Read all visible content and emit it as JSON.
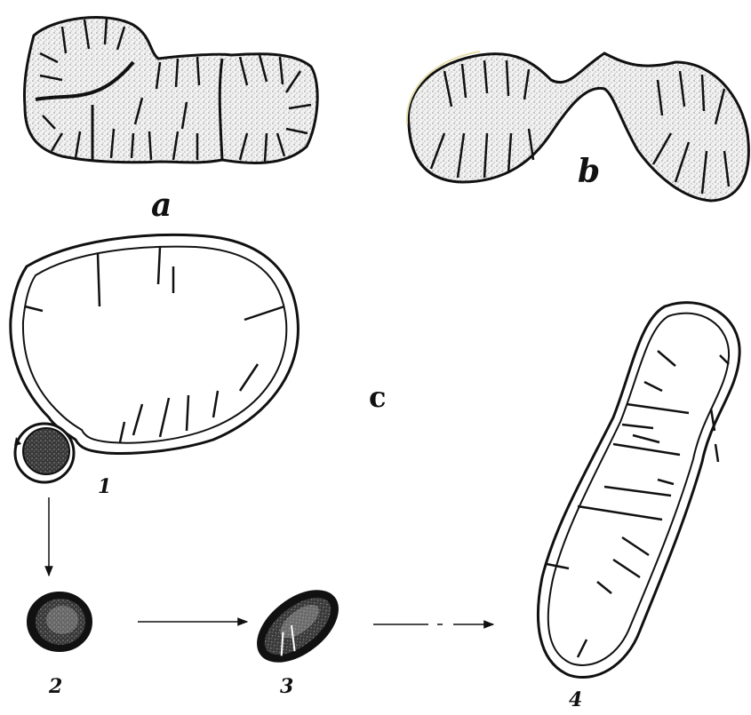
{
  "labels": {
    "panel_a": "a",
    "panel_b": "b",
    "panel_c": "c",
    "stage_1": "1",
    "stage_2": "2",
    "stage_3": "3",
    "stage_4": "4"
  },
  "colors": {
    "ink": "#111111",
    "fill_stippled": "#eeeeee",
    "fill_dense": "#222222",
    "outline_b": "#e8e0b0"
  }
}
